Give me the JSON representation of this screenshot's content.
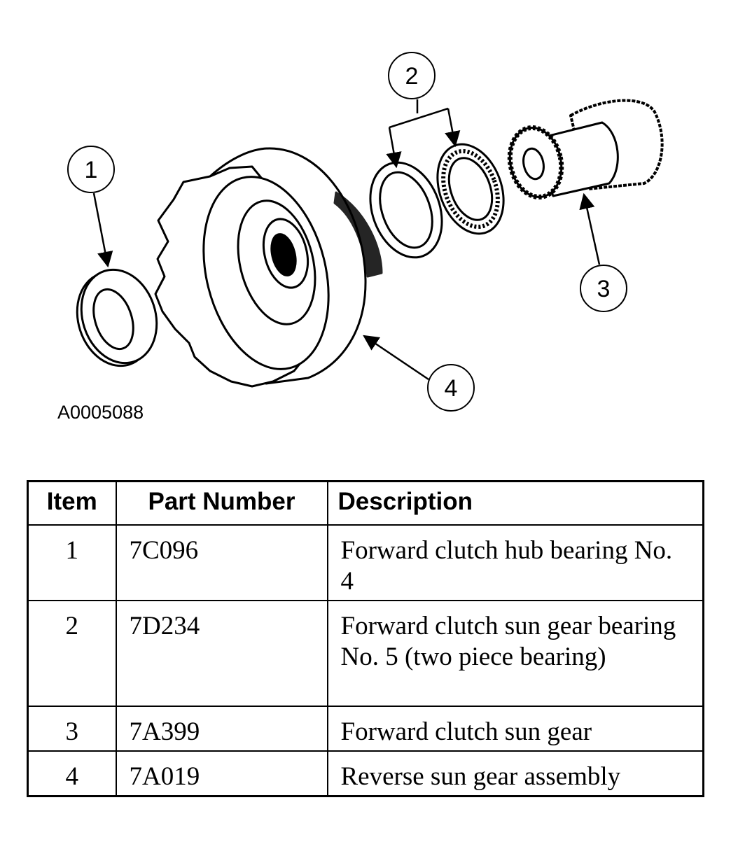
{
  "callouts": [
    "1",
    "2",
    "3",
    "4"
  ],
  "figure_id": "A0005088",
  "table": {
    "headers": [
      "Item",
      "Part Number",
      "Description"
    ],
    "rows": [
      {
        "item": "1",
        "part_number": "7C096",
        "description": "Forward clutch hub bearing No. 4"
      },
      {
        "item": "2",
        "part_number": "7D234",
        "description": "Forward clutch sun gear bearing No. 5 (two piece bearing)"
      },
      {
        "item": "3",
        "part_number": "7A399",
        "description": "Forward clutch sun gear"
      },
      {
        "item": "4",
        "part_number": "7A019",
        "description": "Reverse sun gear assembly"
      }
    ]
  }
}
